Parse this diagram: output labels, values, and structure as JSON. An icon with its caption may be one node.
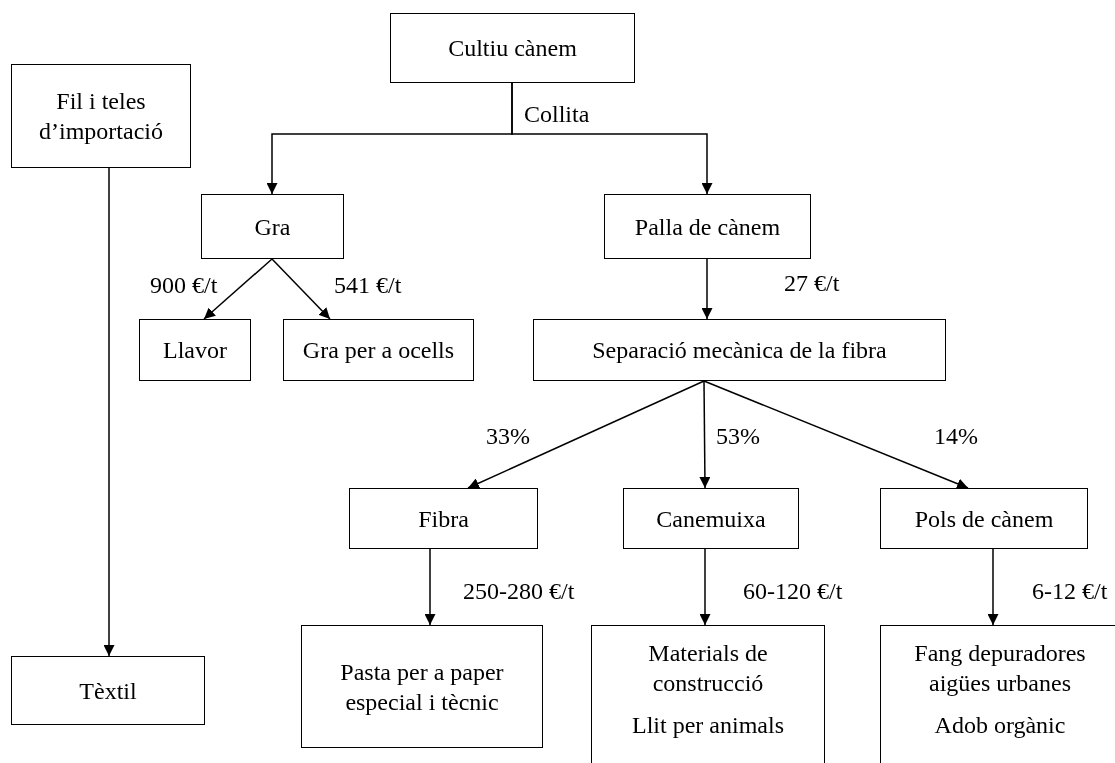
{
  "diagram": {
    "nodes": [
      {
        "text": [
          "Fil i teles d’importació"
        ]
      },
      {
        "text": [
          "Cultiu cànem"
        ]
      },
      {
        "text": [
          "Gra"
        ]
      },
      {
        "text": [
          "Palla de cànem"
        ]
      },
      {
        "text": [
          "Llavor"
        ]
      },
      {
        "text": [
          "Gra per a ocells"
        ]
      },
      {
        "text": [
          "Separació mecànica de la fibra"
        ]
      },
      {
        "text": [
          "Fibra"
        ]
      },
      {
        "text": [
          "Canemuixa"
        ]
      },
      {
        "text": [
          "Pols de cànem"
        ]
      },
      {
        "text": [
          "Tèxtil"
        ]
      },
      {
        "text": [
          "Pasta per a paper especial i tècnic"
        ]
      },
      {
        "text": [
          "Materials de construcció",
          "Llit per animals"
        ]
      },
      {
        "text": [
          "Fang depuradores aigües urbanes",
          "Adob orgànic"
        ]
      }
    ],
    "edges": [
      {
        "from": 0,
        "to": 10,
        "arrow": "to"
      },
      {
        "from": 1,
        "to": 2,
        "arrow": "to"
      },
      {
        "from": 1,
        "to": 3,
        "arrow": "to",
        "label": "Collita"
      },
      {
        "from": 2,
        "to": 4,
        "arrow": "to",
        "label": "900 €/t"
      },
      {
        "from": 2,
        "to": 5,
        "arrow": "to",
        "label": "541 €/t"
      },
      {
        "from": 3,
        "to": 6,
        "arrow": "to",
        "label": "27 €/t"
      },
      {
        "from": 6,
        "to": 7,
        "arrow": "to",
        "label": "33%"
      },
      {
        "from": 6,
        "to": 8,
        "arrow": "to",
        "label": "53%"
      },
      {
        "from": 6,
        "to": 9,
        "arrow": "to",
        "label": "14%"
      },
      {
        "from": 7,
        "to": 11,
        "arrow": "to",
        "label": "250-280 €/t"
      },
      {
        "from": 8,
        "to": 12,
        "arrow": "to",
        "label": "60-120 €/t"
      },
      {
        "from": 9,
        "to": 13,
        "arrow": "to",
        "label": "6-12 €/t"
      }
    ]
  }
}
